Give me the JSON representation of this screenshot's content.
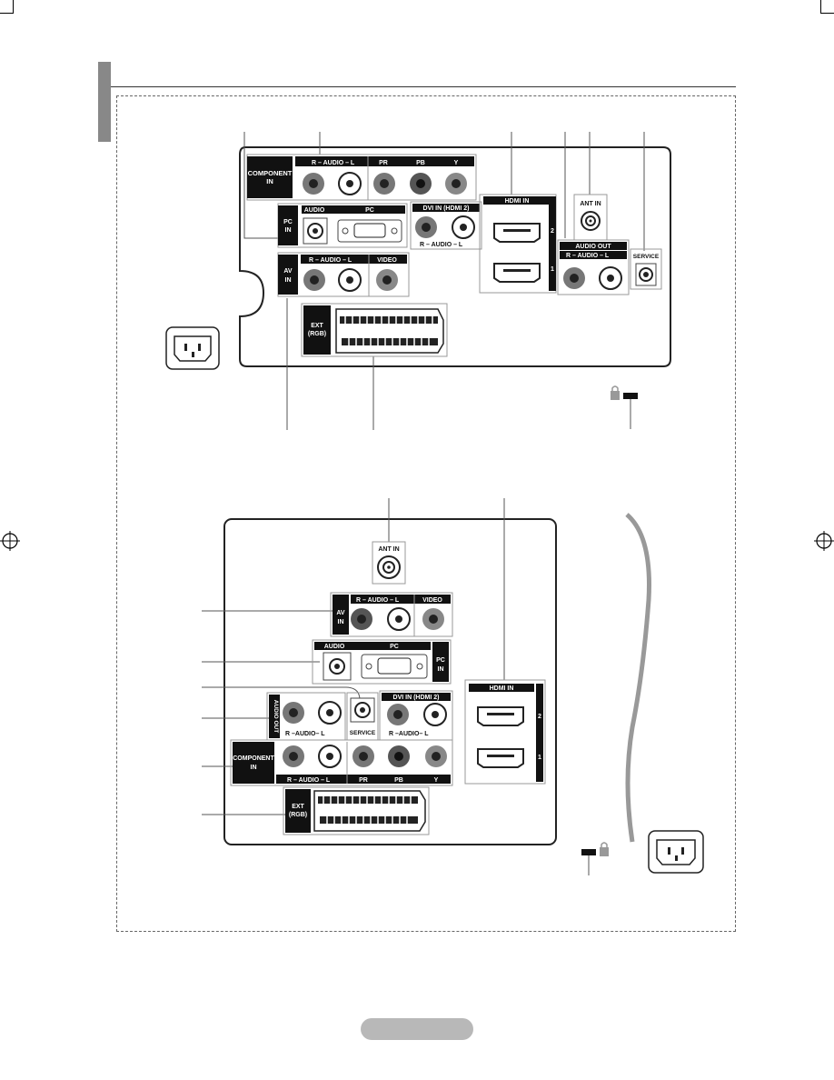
{
  "top_panel": {
    "component_in": "COMPONENT\nIN",
    "audio_r": "R",
    "audio_label": "– AUDIO –",
    "audio_l": "L",
    "pr": "PR",
    "pb": "PB",
    "y": "Y",
    "pc_in": "PC\nIN",
    "audio": "AUDIO",
    "pc": "PC",
    "dvi_in": "DVI IN (HDMI 2)",
    "hdmi_in": "HDMI IN",
    "hdmi_1": "1",
    "hdmi_2": "2",
    "ant_in": "ANT IN",
    "audio_out": "AUDIO OUT",
    "service": "SERVICE",
    "av_in": "AV\nIN",
    "video": "VIDEO",
    "ext_rgb": "EXT\n(RGB)"
  },
  "bottom_panel": {
    "ant_in": "ANT IN",
    "av_in": "AV\nIN",
    "audio_label": "– AUDIO –",
    "video": "VIDEO",
    "audio": "AUDIO",
    "pc": "PC",
    "pc_in": "PC\nIN",
    "hdmi_in": "HDMI IN",
    "hdmi_1": "1",
    "hdmi_2": "2",
    "dvi_in": "DVI IN (HDMI 2)",
    "audio_out": "AUDIO OUT",
    "service": "SERVICE",
    "component_in": "COMPONENT\nIN",
    "ext_rgb": "EXT\n(RGB)"
  },
  "footer": {
    "page_pill": ""
  }
}
